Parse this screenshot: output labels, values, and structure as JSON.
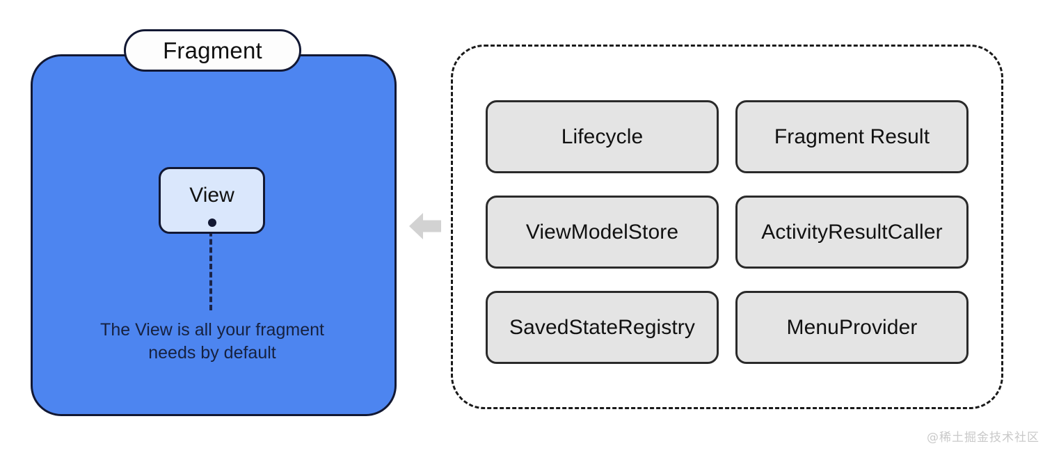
{
  "diagram": {
    "title_pill": "Fragment",
    "left_panel": {
      "label": "Fragment",
      "inner_box_label": "View",
      "caption_line_1": "The View is all your fragment",
      "caption_line_2": "needs by default",
      "fill_color": "#4d85f0",
      "inner_box_fill": "#dae7fc",
      "border_color": "#121833"
    },
    "connector": {
      "icon": "arrow-left-icon",
      "direction": "left",
      "color": "#d2d2d2"
    },
    "right_panel": {
      "border_style": "dashed",
      "border_color": "#1a1a1a",
      "box_fill": "#e4e4e4",
      "capabilities": [
        {
          "label": "Lifecycle"
        },
        {
          "label": "Fragment Result"
        },
        {
          "label": "ViewModelStore"
        },
        {
          "label": "ActivityResultCaller"
        },
        {
          "label": "SavedStateRegistry"
        },
        {
          "label": "MenuProvider"
        }
      ]
    }
  },
  "watermark": {
    "text": "@稀土掘金技术社区"
  }
}
